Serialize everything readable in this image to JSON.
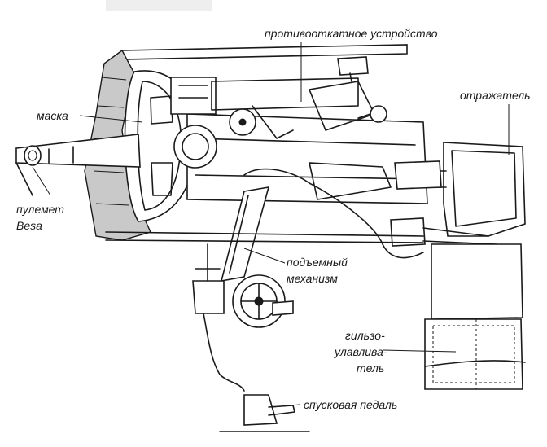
{
  "labels": {
    "recoil": "противооткатное устройство",
    "reflector": "отражатель",
    "mantlet": "маска",
    "mg_line1": "пулемет",
    "mg_line2": "Besa",
    "elev_line1": "подъемный",
    "elev_line2": "механизм",
    "catcher_line1": "гильзо-",
    "catcher_line2": "улавлива-",
    "catcher_line3": "тель",
    "pedal": "спусковая педаль"
  }
}
